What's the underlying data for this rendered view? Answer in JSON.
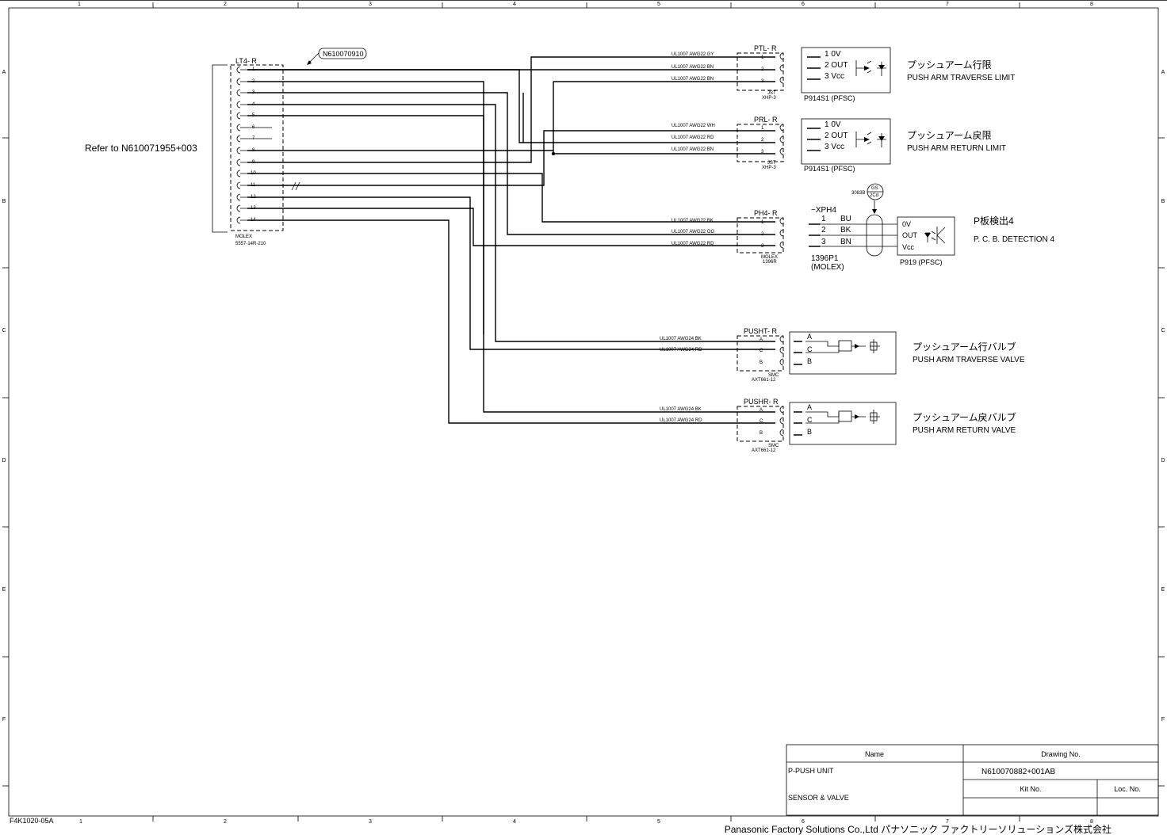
{
  "border": {
    "columns": [
      "1",
      "2",
      "3",
      "4",
      "5",
      "6",
      "7",
      "8"
    ],
    "rows": [
      "A",
      "B",
      "C",
      "D",
      "E",
      "F"
    ]
  },
  "refer_note": "Refer to N610071955+003",
  "callout": "N610070910",
  "lt4": {
    "name": "LT4- R",
    "pins": [
      "1",
      "2",
      "3",
      "4",
      "5",
      "6",
      "7",
      "8",
      "9",
      "10",
      "11",
      "12",
      "13",
      "14"
    ],
    "maker": "MOLEX",
    "part": "5557-14R-210"
  },
  "ptl": {
    "name": "PTL- R",
    "maker": "JST",
    "part": "XHP-3",
    "pins": [
      "1",
      "2",
      "3"
    ],
    "wires": [
      "UL1007  AWG22  GY",
      "UL1007  AWG22  BN",
      "UL1007  AWG22  BN"
    ],
    "sensor_pins": [
      "1  0V",
      "2  OUT",
      "3  Vcc"
    ],
    "sensor_model": "P914S1   (PFSC)",
    "title_jp": "プッシュアーム行限",
    "title_en": "PUSH ARM TRAVERSE LIMIT"
  },
  "prl": {
    "name": "PRL- R",
    "maker": "JST",
    "part": "XHP-3",
    "pins": [
      "1",
      "2",
      "3"
    ],
    "wires": [
      "UL1007  AWG22  WH",
      "UL1007  AWG22  RD",
      "UL1007  AWG22  BN"
    ],
    "sensor_pins": [
      "1  0V",
      "2  OUT",
      "3  Vcc"
    ],
    "sensor_model": "P914S1   (PFSC)",
    "title_jp": "プッシュアーム戻限",
    "title_en": "PUSH ARM RETURN LIMIT"
  },
  "ph4": {
    "name": "PH4- R",
    "maker": "MOLEX",
    "part": "1396R",
    "pins": [
      "1",
      "2",
      "3"
    ],
    "wires": [
      "UL1007  AWG22  BK",
      "UL1007  AWG22  OG",
      "UL1007  AWG22  RD"
    ],
    "xph": "−XPH4",
    "xph_pins": [
      {
        "num": "1",
        "color": "BU"
      },
      {
        "num": "2",
        "color": "BK"
      },
      {
        "num": "3",
        "color": "BN"
      }
    ],
    "plug": "1396P1",
    "plug_maker": "(MOLEX)",
    "gs_code": "3083B",
    "gs_line1": "GS",
    "gs_line2": "2Cd",
    "sensor_pins": [
      "0V",
      "OUT",
      "Vcc"
    ],
    "sensor_model": "P919   (PFSC)",
    "title_jp": "P板検出4",
    "title_en": "P. C. B.  DETECTION  4"
  },
  "pusht": {
    "name": "PUSHT- R",
    "maker": "SMC",
    "part": "AXT661-12",
    "pins": [
      "A",
      "C",
      "B"
    ],
    "wires": [
      "UL1007  AWG24  BK",
      "UL1007  AWG24  RD"
    ],
    "valve_pins": [
      "A",
      "C",
      "B"
    ],
    "title_jp": "プッシュアーム行バルブ",
    "title_en": "PUSH ARM TRAVERSE VALVE"
  },
  "pushr": {
    "name": "PUSHR- R",
    "maker": "SMC",
    "part": "AXT661-12",
    "pins": [
      "A",
      "C",
      "B"
    ],
    "wires": [
      "UL1007  AWG24  BK",
      "UL1007  AWG24  RD"
    ],
    "valve_pins": [
      "A",
      "C",
      "B"
    ],
    "title_jp": "プッシュアーム戻バルブ",
    "title_en": "PUSH ARM RETURN VALVE"
  },
  "title_block": {
    "name_header": "Name",
    "drawing_header": "Drawing No.",
    "name_line1": "P-PUSH UNIT",
    "name_line2": "SENSOR & VALVE",
    "drawing_no": "N610070882+001AB",
    "kit_header": "Kit No.",
    "loc_header": "Loc. No."
  },
  "form_no": "F4K1020-05A",
  "company": "Panasonic Factory Solutions Co.,Ltd パナソニック ファクトリーソリューションズ株式会社"
}
